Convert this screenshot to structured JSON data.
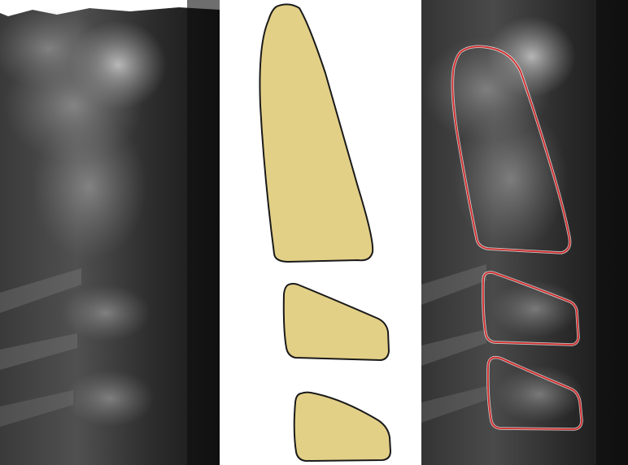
{
  "figure": {
    "panels": [
      {
        "role": "radiograph",
        "view": "lateral",
        "annotated": false
      },
      {
        "role": "outline-diagram",
        "fill_color": "#e3d087",
        "stroke_color": "#1a1a1a"
      },
      {
        "role": "radiograph",
        "view": "lateral",
        "annotated": true,
        "outline_color": "#d42a2a"
      }
    ],
    "shape_count": 3
  }
}
